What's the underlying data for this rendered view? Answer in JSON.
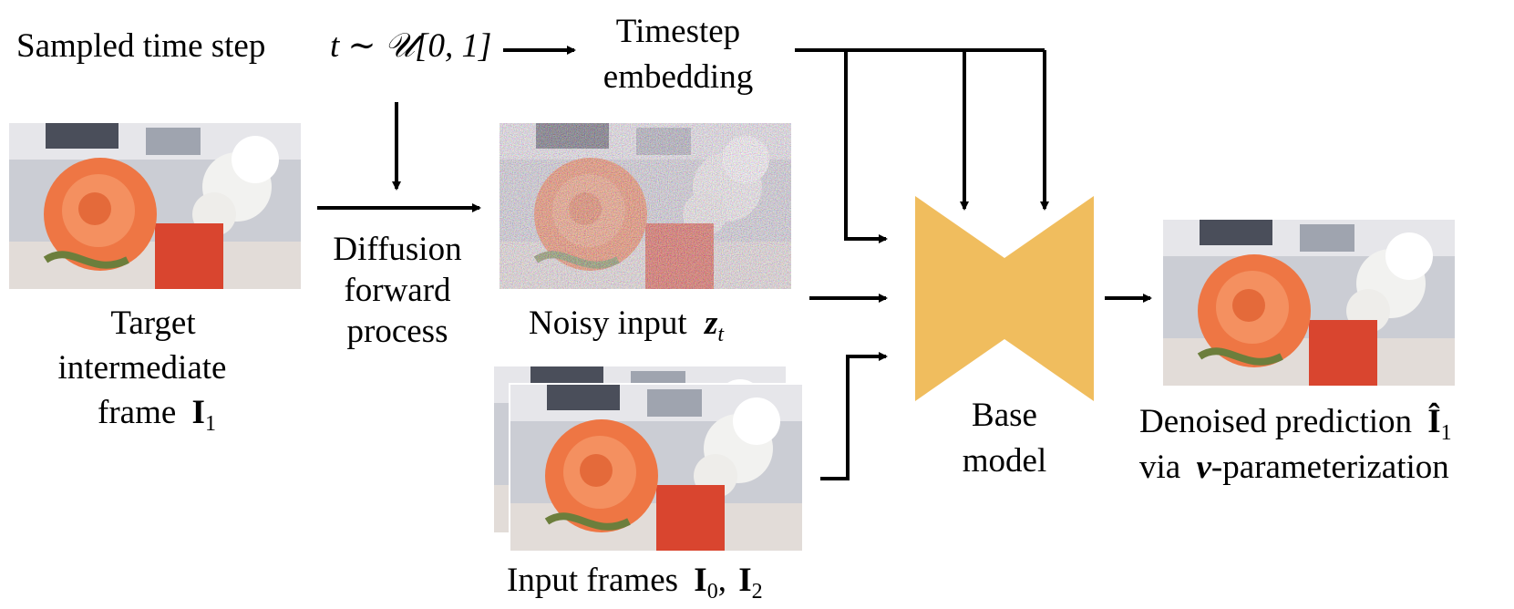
{
  "texts": {
    "sampled_time_step": "Sampled time step",
    "t_dist": "t ∼ 𝒰[0, 1]",
    "timestep_line1": "Timestep",
    "timestep_line2": "embedding",
    "diffusion_line1": "Diffusion",
    "diffusion_line2": "forward",
    "diffusion_line3": "process",
    "target_line1": "Target",
    "target_line2": "intermediate",
    "target_line3_text": "frame",
    "target_symbol": "I",
    "target_sub": "1",
    "noisy_text": "Noisy input",
    "noisy_symbol": "z",
    "noisy_sub": "t",
    "input_frames_text": "Input frames",
    "input_sym_a": "I",
    "input_sub_a": "0",
    "input_sep": ",",
    "input_sym_b": "I",
    "input_sub_b": "2",
    "base_line1": "Base",
    "base_line2": "model",
    "denoised_text": "Denoised prediction",
    "denoised_symbol": "Î",
    "denoised_sub": "1",
    "via_text": "via",
    "via_symbol": "v",
    "via_suffix": "-parameterization"
  },
  "colors": {
    "base_model": "#F0BD5E",
    "rose": "#EE7644",
    "vase": "#D9452F",
    "background_photo": "#CBCDD4"
  },
  "icons": {
    "target_image": "rose-photo",
    "noisy_image": "noisy-rose-photo",
    "input_images": "stacked-rose-photos",
    "output_image": "rose-photo",
    "base_model": "hourglass-shape"
  }
}
